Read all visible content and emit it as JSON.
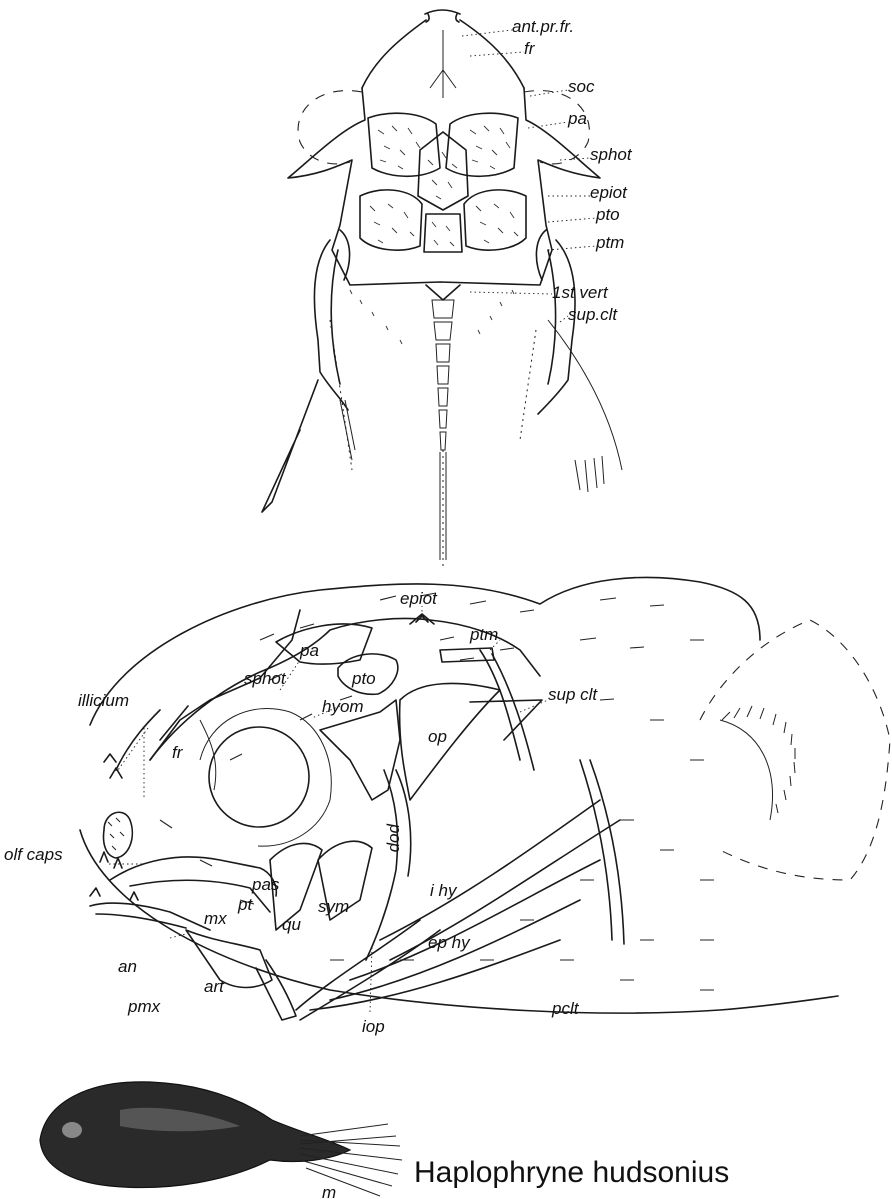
{
  "title": "Haplophryne hudsonius",
  "dorsal_view": {
    "labels": [
      "ant.pr.fr.",
      "fr",
      "soc",
      "pa",
      "sphot",
      "epiot",
      "pto",
      "ptm",
      "1st vert",
      "sup.clt"
    ]
  },
  "lateral_view": {
    "labels": [
      "epiot",
      "ptm",
      "sup clt",
      "illicium",
      "sphot",
      "pa",
      "pto",
      "hyom",
      "op",
      "fr",
      "olf caps",
      "pas",
      "pt",
      "mx",
      "qu",
      "sym",
      "pop",
      "i hy",
      "ep hy",
      "an",
      "pmx",
      "art",
      "iop",
      "pclt"
    ]
  },
  "specimen_mark": "m"
}
